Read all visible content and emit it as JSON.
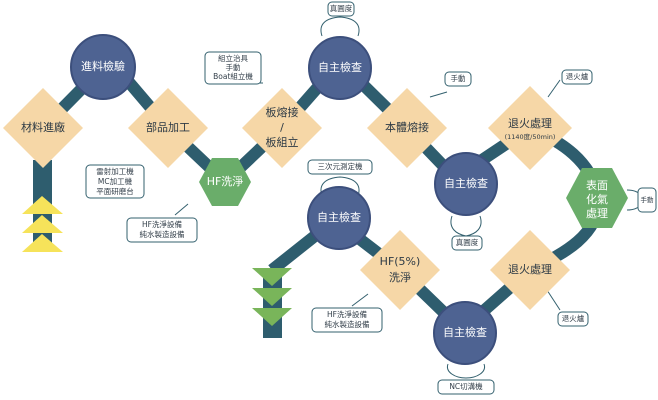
{
  "colors": {
    "track": "#2e5d6e",
    "circle": "#4e6392",
    "circle_stroke": "#3c4f7c",
    "diamond": "#f6d7a7",
    "hexagon": "#6aad6a",
    "triangle_yellow": "#f6e35a",
    "triangle_green": "#79b55a",
    "callout_stroke": "#33606e"
  },
  "nodes": {
    "material": "材料進廠",
    "incoming": "進料檢驗",
    "parts": "部品加工",
    "hf_wash": "HF洗淨",
    "welding": [
      "板熔接",
      "/",
      "板組立"
    ],
    "self_check_1": "自主檢查",
    "body_weld": "本體熔接",
    "self_check_2": "自主檢查",
    "anneal_1": "退火處理",
    "anneal_1_sub": "(1140度/50min)",
    "surface": [
      "表面",
      "化氣",
      "處理"
    ],
    "anneal_2": "退火處理",
    "self_check_3": "自主檢查",
    "hf5_wash": [
      "HF(5%)",
      "洗淨"
    ],
    "self_check_4": "自主檢查"
  },
  "callouts": {
    "roundness_top": "真圓度",
    "jig": [
      "組立治具",
      "手動",
      "Boat組立機"
    ],
    "manual_1": "手動",
    "anneal_furnace_1": "退火爐",
    "laser": [
      "雷射加工機",
      "MC加工機",
      "平面研磨台"
    ],
    "hf_equipment": [
      "HF洗淨設備",
      "純水製造設備"
    ],
    "cmm": "三次元測定機",
    "roundness_bottom": "真圓度",
    "manual_2": "手動",
    "anneal_furnace_2": "退火爐",
    "hf5_equipment": [
      "HF洗淨設備",
      "純水製造設備"
    ],
    "nc_cutting": "NC切溝機"
  }
}
